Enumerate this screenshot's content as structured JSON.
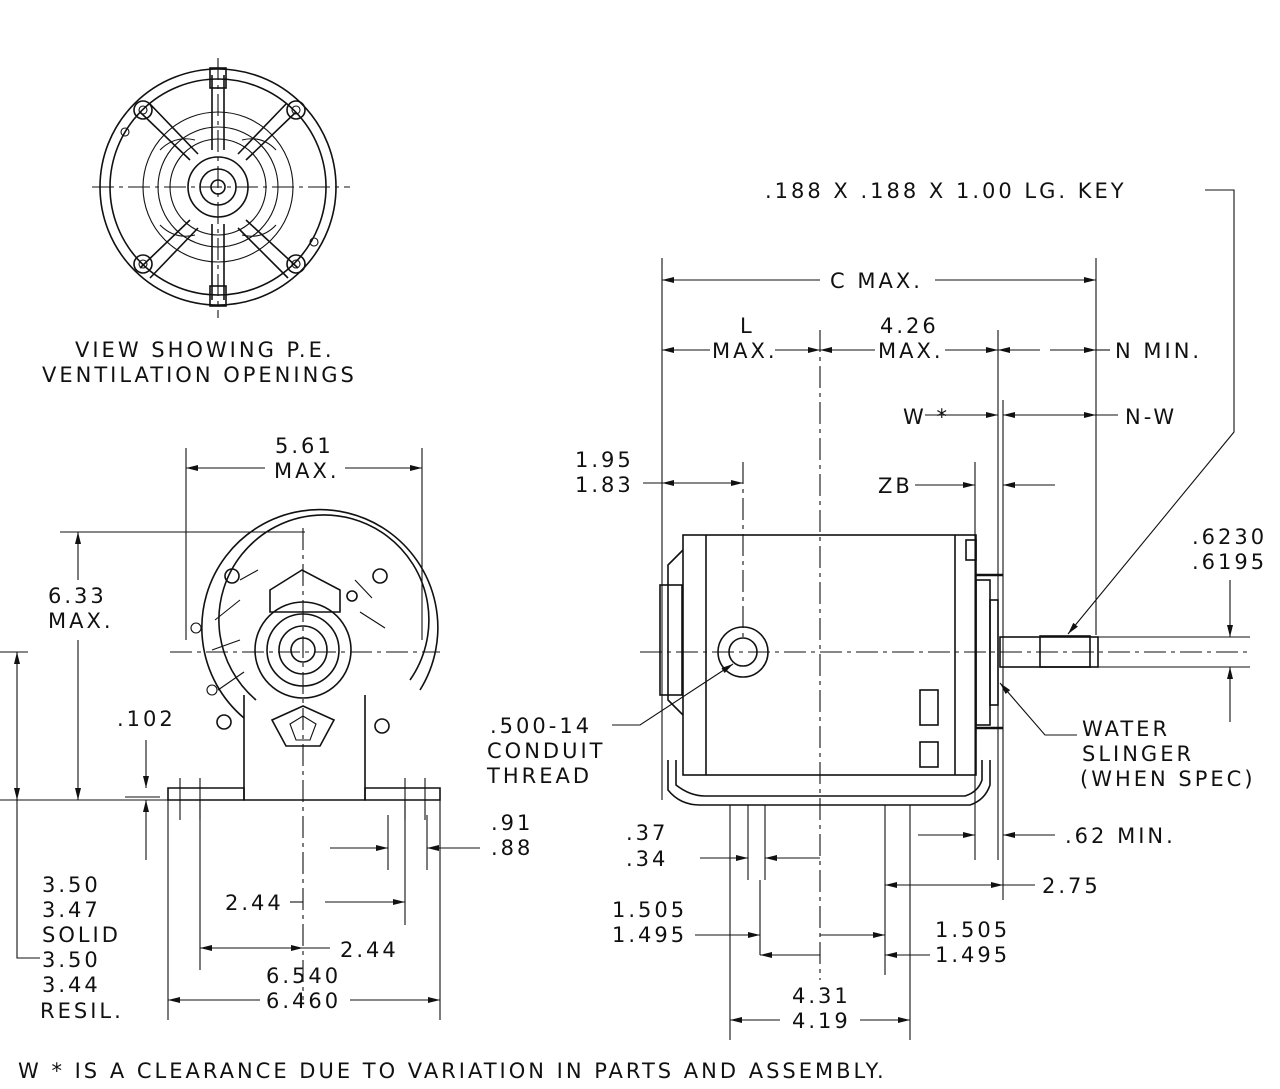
{
  "title": "",
  "labels": {
    "key": ".188 X .188 X 1.00 LG. KEY",
    "view_line1": "VIEW SHOWING P.E.",
    "view_line2": "VENTILATION OPENINGS",
    "c_max": "C MAX.",
    "l": "L",
    "l_max": "MAX.",
    "d426": "4.26",
    "d426_max": "MAX.",
    "n_min": "N MIN.",
    "w_star": "W *",
    "n_w": "N-W",
    "zb": "ZB",
    "d195": "1.95",
    "d183": "1.83",
    "d561": "5.61",
    "d561_max": "MAX.",
    "d633": "6.33",
    "d633_max": "MAX.",
    "d102": ".102",
    "d6230": ".6230",
    "d6195": ".6195",
    "conduit1": ".500-14",
    "conduit2": "CONDUIT",
    "conduit3": "THREAD",
    "slinger1": "WATER",
    "slinger2": "SLINGER",
    "slinger3": "(WHEN SPEC)",
    "d91": ".91",
    "d88": ".88",
    "d37": ".37",
    "d34": ".34",
    "d62": ".62 MIN.",
    "d275": "2.75",
    "d244a": "2.44",
    "d244b": "2.44",
    "d1505a": "1.505",
    "d1495a": "1.495",
    "d1505b": "1.505",
    "d1495b": "1.495",
    "d350": "3.50",
    "d347": "3.47",
    "solid": "SOLID",
    "d350b": "3.50",
    "d344": "3.44",
    "resil": "RESIL.",
    "d6540": "6.540",
    "d6460": "6.460",
    "d431": "4.31",
    "d419": "4.19",
    "footnote": "W * IS A CLEARANCE DUE TO VARIATION IN PARTS AND ASSEMBLY."
  }
}
